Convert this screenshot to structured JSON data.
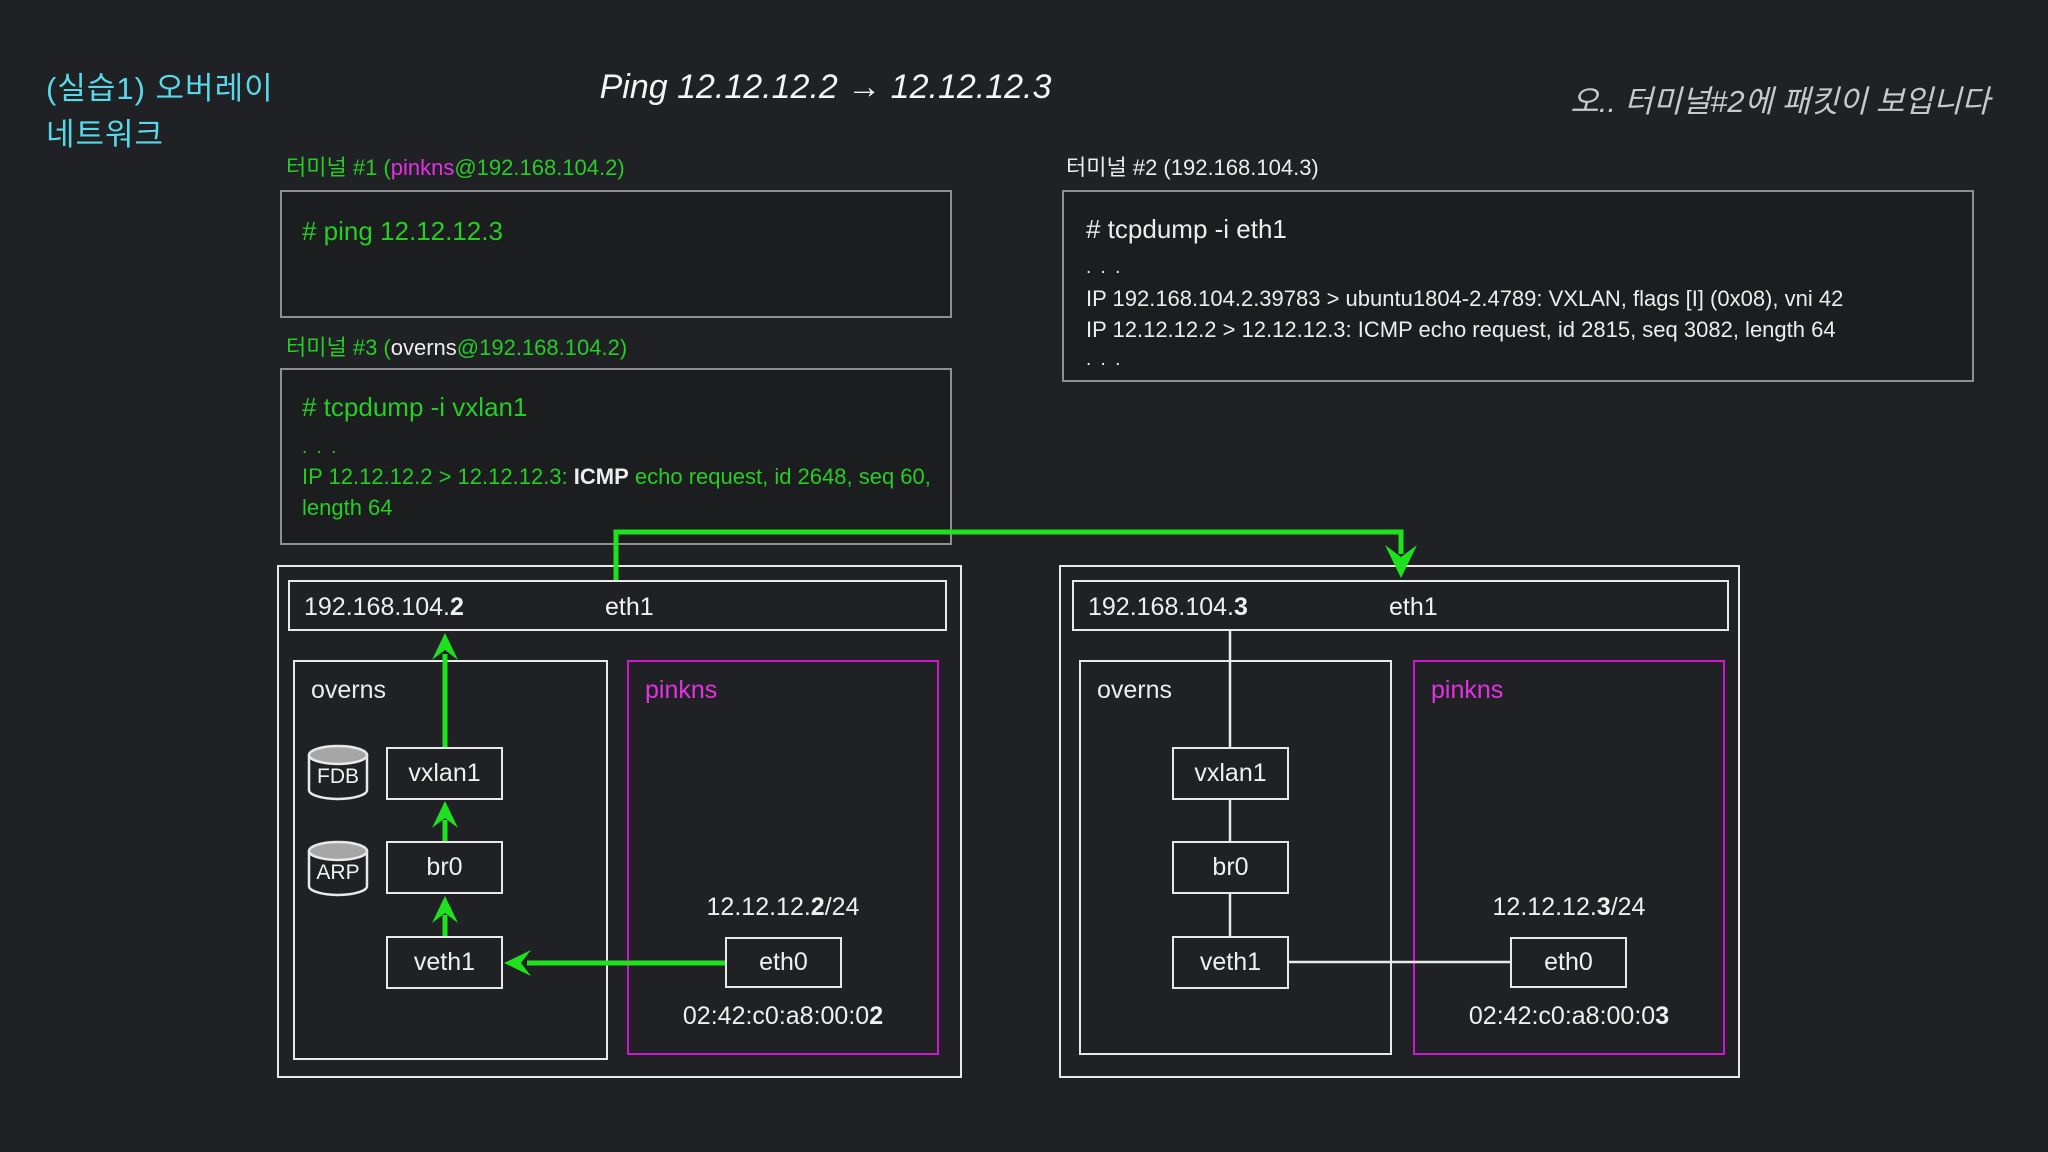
{
  "palette": {
    "background": "#202124",
    "terminal_green": "#25cd25",
    "arrow_green": "#1de21d",
    "magenta": "#e431e4",
    "cyan_title": "#57d9e9",
    "white_text": "#f0f0f0",
    "note_gray": "#c9c9cb",
    "terminal_border_gray": "#8f8f8f"
  },
  "slide": {
    "title_line1": "(실습1) 오버레이",
    "title_line2": "네트워크",
    "heading": "Ping 12.12.12.2 → 12.12.12.3",
    "note": "오.. 터미널#2에 패킷이 보입니다"
  },
  "terminal1": {
    "label_prefix": "터미널 #1 (",
    "label_ns": "pinkns",
    "label_suffix": "@192.168.104.2)",
    "command": "# ping 12.12.12.3"
  },
  "terminal2": {
    "label": "터미널 #2 (192.168.104.3)",
    "command": "# tcpdump -i eth1",
    "ellipsis_top": ". . .",
    "output_line1": "IP 192.168.104.2.39783 > ubuntu1804-2.4789: VXLAN, flags [I] (0x08), vni 42",
    "output_line2": "IP 12.12.12.2 > 12.12.12.3: ICMP echo request, id 2815, seq 3082, length 64",
    "ellipsis_bottom": ". . ."
  },
  "terminal3": {
    "label_prefix": "터미널 #3 (",
    "label_ns": "overns",
    "label_suffix": "@192.168.104.2)",
    "command": "# tcpdump -i vxlan1",
    "ellipsis": ". . .",
    "output_prefix": "IP 12.12.12.2 > 12.12.12.3: ",
    "output_icmp": "ICMP",
    "output_suffix": " echo request, id 2648, seq 60, length 64"
  },
  "host_left": {
    "ip_prefix": "192.168.104.",
    "ip_last": "2",
    "uplink_if": "eth1",
    "overns_label": "overns",
    "fdb_label": "FDB",
    "arp_label": "ARP",
    "vxlan_if": "vxlan1",
    "bridge_if": "br0",
    "veth_if": "veth1",
    "pinkns_label": "pinkns",
    "cidr_prefix": "12.12.12.",
    "cidr_last": "2",
    "cidr_suffix": "/24",
    "eth0_if": "eth0",
    "mac_prefix": "02:42:c0:a8:00:0",
    "mac_last": "2"
  },
  "host_right": {
    "ip_prefix": "192.168.104.",
    "ip_last": "3",
    "uplink_if": "eth1",
    "overns_label": "overns",
    "vxlan_if": "vxlan1",
    "bridge_if": "br0",
    "veth_if": "veth1",
    "pinkns_label": "pinkns",
    "cidr_prefix": "12.12.12.",
    "cidr_last": "3",
    "cidr_suffix": "/24",
    "eth0_if": "eth0",
    "mac_prefix": "02:42:c0:a8:00:0",
    "mac_last": "3"
  }
}
